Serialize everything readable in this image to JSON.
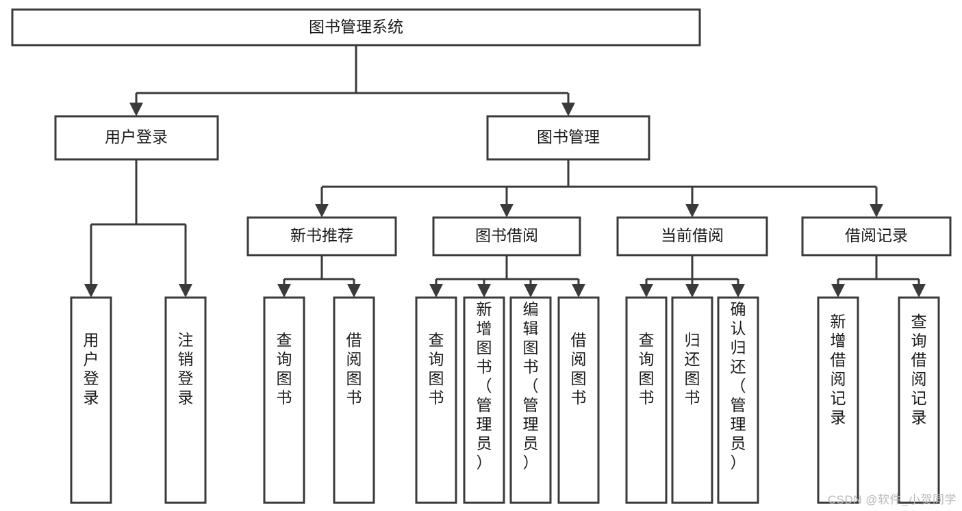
{
  "diagram": {
    "title": "图书管理系统",
    "type": "hierarchy-tree",
    "orientation": "top-down",
    "colors": {
      "box_fill": "#ffffff",
      "box_stroke": "#3a3a3a",
      "text": "#1b1b1b",
      "background": "#ffffff",
      "watermark": "#b9b9b9"
    },
    "levels": [
      {
        "level": 1,
        "nodes": [
          {
            "id": "root",
            "label": "图书管理系统",
            "orientation": "horizontal"
          }
        ]
      },
      {
        "level": 2,
        "nodes": [
          {
            "id": "user-login",
            "label": "用户登录",
            "orientation": "horizontal"
          },
          {
            "id": "book-manage",
            "label": "图书管理",
            "orientation": "horizontal"
          }
        ]
      },
      {
        "level": 3,
        "nodes": [
          {
            "id": "new-book-rec",
            "label": "新书推荐",
            "orientation": "horizontal"
          },
          {
            "id": "book-borrow",
            "label": "图书借阅",
            "orientation": "horizontal"
          },
          {
            "id": "current-borrow",
            "label": "当前借阅",
            "orientation": "horizontal"
          },
          {
            "id": "borrow-record",
            "label": "借阅记录",
            "orientation": "horizontal"
          }
        ]
      },
      {
        "level": 4,
        "nodes": [
          {
            "id": "leaf-user-login",
            "label": "用户登录",
            "orientation": "vertical",
            "parent": "user-login"
          },
          {
            "id": "leaf-user-logout",
            "label": "注销登录",
            "orientation": "vertical",
            "parent": "user-login"
          },
          {
            "id": "leaf-query-book-1",
            "label": "查询图书",
            "orientation": "vertical",
            "parent": "new-book-rec"
          },
          {
            "id": "leaf-borrow-book-1",
            "label": "借阅图书",
            "orientation": "vertical",
            "parent": "new-book-rec"
          },
          {
            "id": "leaf-query-book-2",
            "label": "查询图书",
            "orientation": "vertical",
            "parent": "book-borrow"
          },
          {
            "id": "leaf-add-book",
            "label": "新增图书（管理员）",
            "orientation": "vertical",
            "parent": "book-borrow"
          },
          {
            "id": "leaf-edit-book",
            "label": "编辑图书（管理员）",
            "orientation": "vertical",
            "parent": "book-borrow"
          },
          {
            "id": "leaf-borrow-book-2",
            "label": "借阅图书",
            "orientation": "vertical",
            "parent": "book-borrow"
          },
          {
            "id": "leaf-query-book-3",
            "label": "查询图书",
            "orientation": "vertical",
            "parent": "current-borrow"
          },
          {
            "id": "leaf-return-book",
            "label": "归还图书",
            "orientation": "vertical",
            "parent": "current-borrow"
          },
          {
            "id": "leaf-confirm-return",
            "label": "确认归还（管理员）",
            "orientation": "vertical",
            "parent": "current-borrow"
          },
          {
            "id": "leaf-add-record",
            "label": "新增借阅记录",
            "orientation": "vertical",
            "parent": "borrow-record"
          },
          {
            "id": "leaf-query-record",
            "label": "查询借阅记录",
            "orientation": "vertical",
            "parent": "borrow-record"
          }
        ]
      }
    ]
  },
  "watermark": {
    "text": "CSDN @软件_小贺同学"
  }
}
